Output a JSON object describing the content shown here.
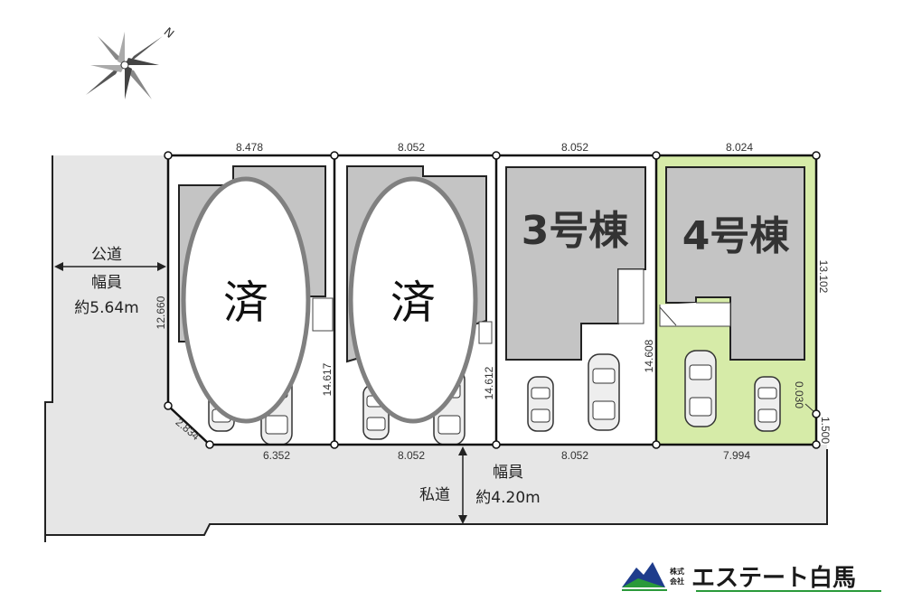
{
  "compass": {
    "north_label": "N"
  },
  "public_road": {
    "name": "公道",
    "width_label": "幅員",
    "width_value": "約5.64m"
  },
  "private_road": {
    "name": "私道",
    "width_label": "幅員",
    "width_value": "約4.20m"
  },
  "lots": [
    {
      "id": "lot1",
      "label": "済",
      "status": "sold",
      "top": "8.478",
      "bottom": "6.352",
      "left": "12.660",
      "chamfer": "2.834",
      "right": "14.617"
    },
    {
      "id": "lot2",
      "label": "済",
      "status": "sold",
      "top": "8.052",
      "bottom": "8.052",
      "right": "14.612"
    },
    {
      "id": "lot3",
      "label": "3号棟",
      "status": "available",
      "top": "8.052",
      "bottom": "8.052",
      "right": "14.608"
    },
    {
      "id": "lot4",
      "label": "4号棟",
      "status": "available",
      "top": "8.024",
      "bottom": "7.994",
      "right": "13.102",
      "offset": "0.030",
      "corner": "1.500"
    }
  ],
  "company": {
    "prefix_line1": "株式",
    "prefix_line2": "会社",
    "name": "エステート白馬"
  },
  "colors": {
    "road": "#e6e6e6",
    "building": "#c4c4c4",
    "highlight": "#d6eba8",
    "sold_ring": "#808080",
    "logo_green": "#2a9a3a",
    "logo_blue": "#1e3c8c"
  }
}
